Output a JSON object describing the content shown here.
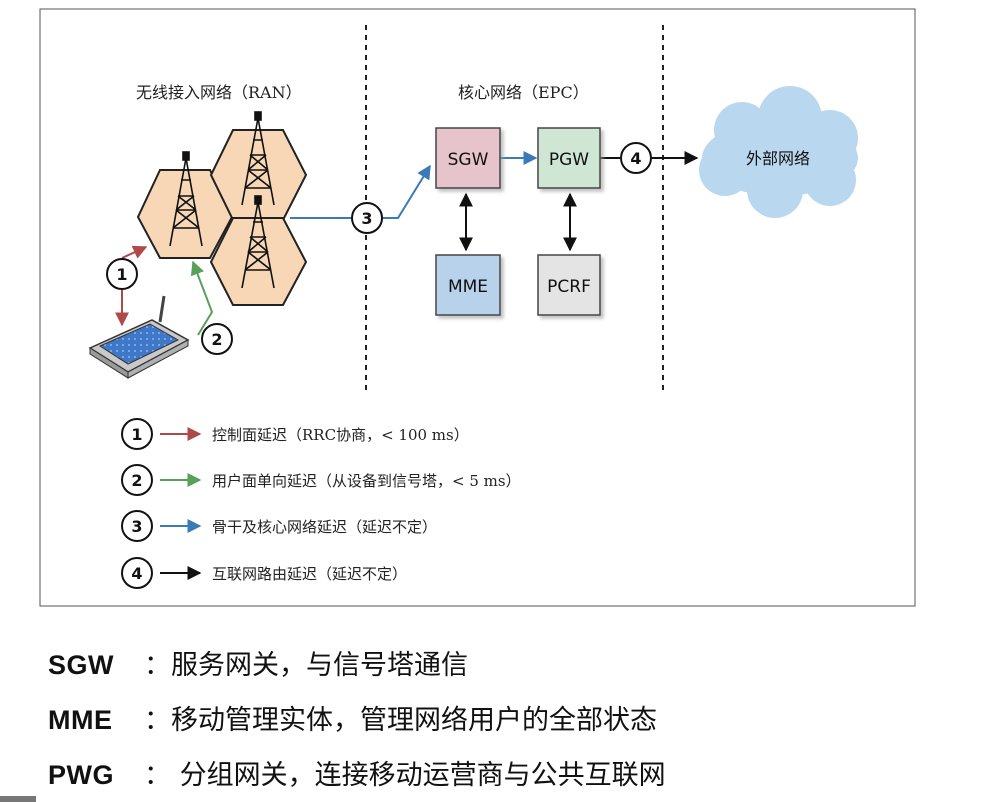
{
  "diagram": {
    "ran_label": "无线接入网络（RAN）",
    "epc_label": "核心网络（EPC）",
    "cloud_label": "外部网络",
    "nodes": {
      "sgw": "SGW",
      "pgw": "PGW",
      "mme": "MME",
      "pcrf": "PCRF"
    },
    "markers": [
      "1",
      "2",
      "3",
      "4"
    ],
    "legend": [
      {
        "num": "1",
        "text": "控制面延迟（RRC协商，< 100 ms）",
        "color": "#b04a4a"
      },
      {
        "num": "2",
        "text": "用户面单向延迟（从设备到信号塔，< 5 ms）",
        "color": "#5aa05a"
      },
      {
        "num": "3",
        "text": "骨干及核心网络延迟（延迟不定）",
        "color": "#3a7ab8"
      },
      {
        "num": "4",
        "text": "互联网路由延迟（延迟不定）",
        "color": "#111111"
      }
    ],
    "colors": {
      "hex_fill": "#f7d7b6",
      "sgw_fill": "#e7c4cb",
      "pgw_fill": "#cfe6d5",
      "mme_fill": "#b8d2ec",
      "pcrf_fill": "#e4e4e4",
      "cloud_fill": "#b9d7ef"
    }
  },
  "definitions": [
    {
      "term": "SGW",
      "text": "：服务网关，与信号塔通信"
    },
    {
      "term": "MME",
      "text": "：移动管理实体，管理网络用户的全部状态"
    },
    {
      "term": "PWG",
      "text": "： 分组网关，连接移动运营商与公共互联网"
    }
  ]
}
